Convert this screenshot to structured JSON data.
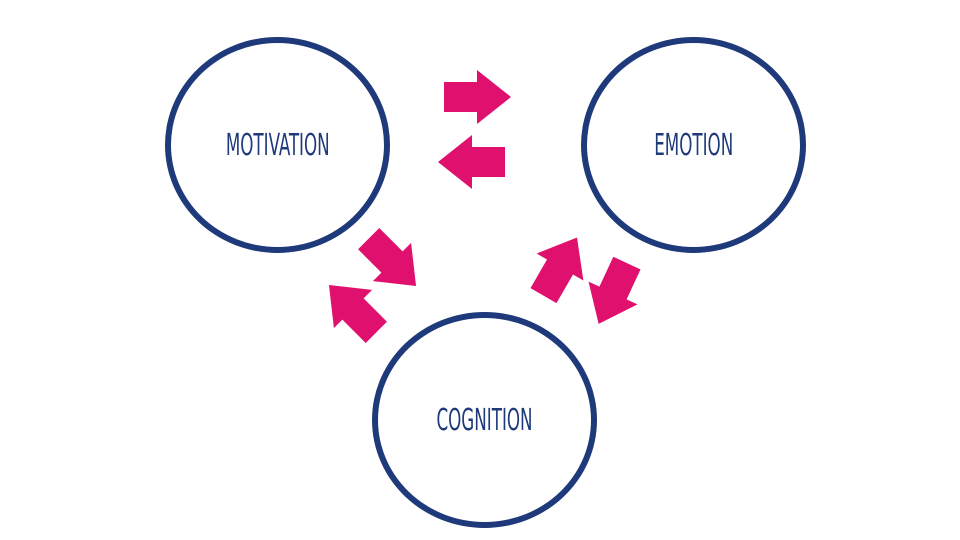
{
  "colors": {
    "circle_stroke": "#1f3a7a",
    "label_text": "#1f3a7a",
    "arrow_fill": "#e0106e",
    "background": "#ffffff"
  },
  "nodes": {
    "motivation": {
      "label": "MOTIVATION"
    },
    "emotion": {
      "label": "EMOTION"
    },
    "cognition": {
      "label": "COGNITION"
    }
  },
  "arrows": [
    {
      "from": "motivation",
      "to": "emotion",
      "icon": "arrow-right-icon"
    },
    {
      "from": "emotion",
      "to": "motivation",
      "icon": "arrow-left-icon"
    },
    {
      "from": "motivation",
      "to": "cognition",
      "icon": "arrow-down-right-icon"
    },
    {
      "from": "cognition",
      "to": "motivation",
      "icon": "arrow-up-left-icon"
    },
    {
      "from": "cognition",
      "to": "emotion",
      "icon": "arrow-up-right-icon"
    },
    {
      "from": "emotion",
      "to": "cognition",
      "icon": "arrow-down-right-icon"
    }
  ]
}
